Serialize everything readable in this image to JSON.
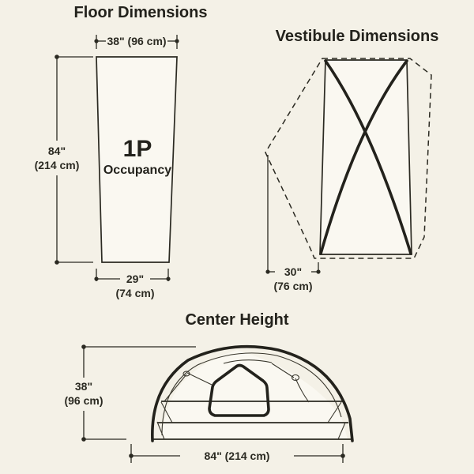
{
  "background_color": "#f4f1e7",
  "ink_color": "#23221c",
  "panels": {
    "floor": {
      "title": "Floor Dimensions",
      "top_width": "38\" (96 cm)",
      "side_length_in": "84\"",
      "side_length_cm": "(214 cm)",
      "bottom_width_in": "29\"",
      "bottom_width_cm": "(74 cm)",
      "occupancy_count": "1P",
      "occupancy_label": "Occupancy"
    },
    "vestibule": {
      "title": "Vestibule Dimensions",
      "depth_in": "30\"",
      "depth_cm": "(76 cm)"
    },
    "center_height": {
      "title": "Center Height",
      "height_in": "38\"",
      "height_cm": "(96 cm)",
      "width": "84\" (214 cm)"
    }
  }
}
